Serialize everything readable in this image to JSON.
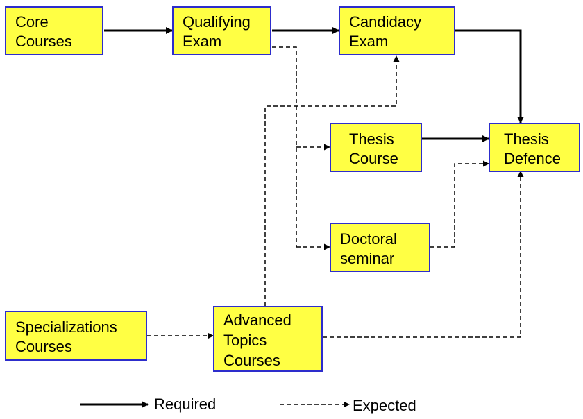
{
  "boxes": {
    "core_courses": [
      "Core",
      "Courses"
    ],
    "qualifying_exam": [
      "Qualifying",
      "Exam"
    ],
    "candidacy_exam": [
      "Candidacy",
      "Exam"
    ],
    "thesis_course": [
      "Thesis",
      "Course"
    ],
    "thesis_defence": [
      "Thesis",
      "Defence"
    ],
    "doctoral_seminar": [
      "Doctoral",
      "seminar"
    ],
    "specializations_courses": [
      "Specializations",
      "Courses"
    ],
    "advanced_topics_courses": [
      "Advanced",
      "Topics",
      "Courses"
    ]
  },
  "legend": {
    "required": "Required",
    "expected": "Expected"
  },
  "colors": {
    "box_fill": "#ffff44",
    "box_border": "#2d2dcc",
    "line": "#000000"
  }
}
